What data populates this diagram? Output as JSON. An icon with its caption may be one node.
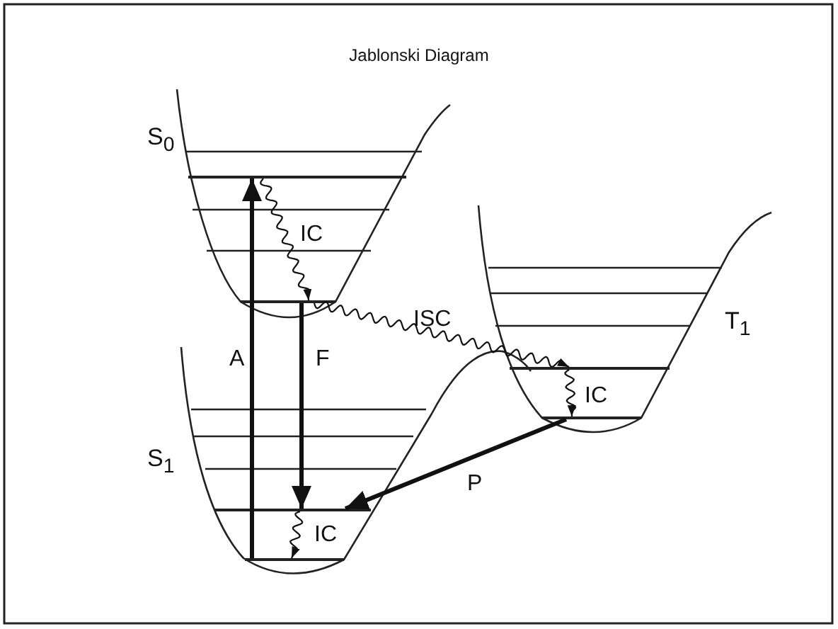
{
  "diagram": {
    "title": "Jablonski Diagram",
    "nodes": [
      {
        "text": [],
        "shape": "bar"
      },
      {
        "text": [],
        "shape": "bar"
      },
      {
        "text": [],
        "shape": "bar"
      },
      {
        "text": [],
        "shape": "bar"
      },
      {
        "text": [],
        "shape": "bar"
      },
      {
        "text": [],
        "shape": "bar"
      }
    ],
    "edges": [
      {
        "from": 5,
        "to": 0,
        "arrow": "to",
        "label": "A",
        "style": "thick"
      },
      {
        "from": 0,
        "to": 1,
        "arrow": "to",
        "label": "IC"
      },
      {
        "from": 1,
        "to": 4,
        "arrow": "to",
        "label": "F",
        "style": "thick"
      },
      {
        "from": 1,
        "to": 2,
        "arrow": "to",
        "label": "ISC"
      },
      {
        "from": 2,
        "to": 3,
        "arrow": "to",
        "label": "IC"
      },
      {
        "from": 3,
        "to": 4,
        "arrow": "to",
        "label": "P",
        "style": "thick"
      },
      {
        "from": 4,
        "to": 5,
        "arrow": "to",
        "label": "IC"
      }
    ],
    "labels": [
      "S$_{0}$",
      "S$_{1}$",
      "T$_{1}$"
    ]
  }
}
